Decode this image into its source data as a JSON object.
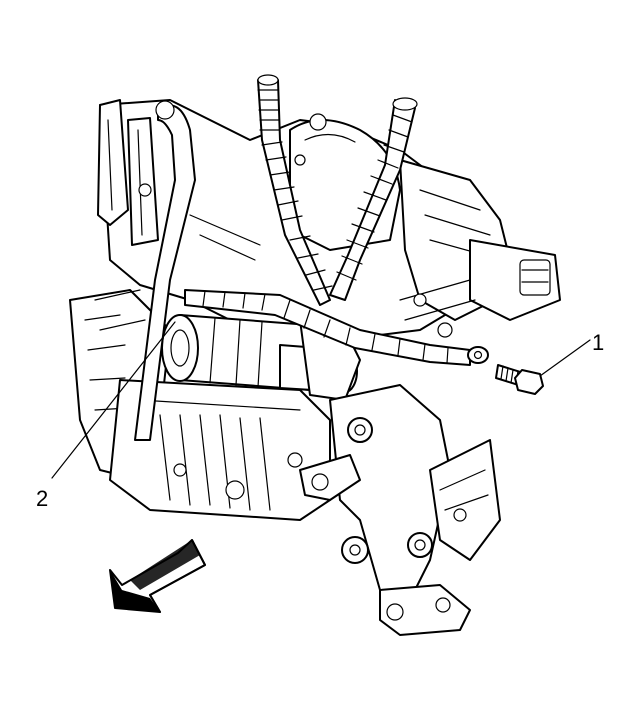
{
  "callouts": [
    {
      "id": "1",
      "label": "1"
    },
    {
      "id": "2",
      "label": "2"
    }
  ],
  "direction_arrow": {
    "icon": "front-direction-arrow-icon"
  }
}
